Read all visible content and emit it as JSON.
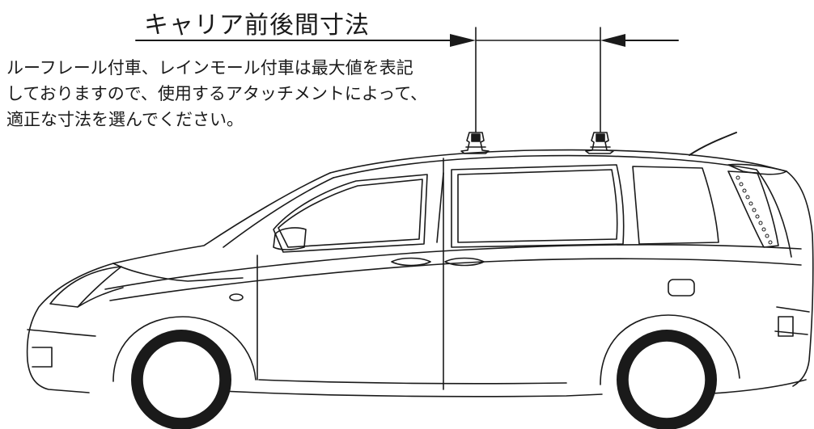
{
  "title": "キャリア前後間寸法",
  "note_lines": [
    "ルーフレール付車、レインモール付車は最大値を表記",
    "しておりますので、使用するアタッチメントによって、",
    "適正な寸法を選んでください。"
  ]
}
